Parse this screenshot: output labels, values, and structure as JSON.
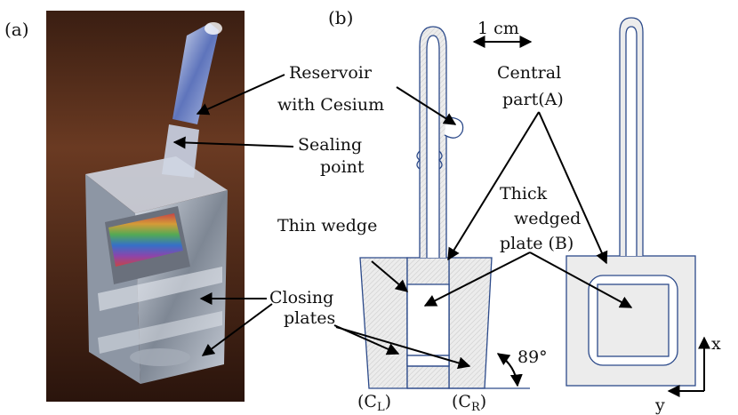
{
  "panels": {
    "a": "(a)",
    "b": "(b)"
  },
  "labels": {
    "reservoir_1": "Reservoir",
    "reservoir_2": "with Cesium",
    "sealing_1": "Sealing",
    "sealing_2": "point",
    "closing_1": "Closing",
    "closing_2": "plates",
    "central_1": "Central",
    "central_2": "part(A)",
    "thick_1": "Thick",
    "thick_2": "wedged",
    "thick_3": "plate (B)",
    "thin_wedge": "Thin wedge",
    "scale": "1 cm",
    "angle": "89°",
    "cl_open": "(C",
    "cl_sub": "L",
    "cl_close": ")",
    "cr_open": "(C",
    "cr_sub": "R",
    "cr_close": ")",
    "axis_x": "x",
    "axis_y": "y"
  },
  "colors": {
    "glass_outline": "#2c4a8a",
    "hatch_fill": "#e6e6e6",
    "photo_background": "#5a3020",
    "glass_tint": "#8fa8c8"
  }
}
